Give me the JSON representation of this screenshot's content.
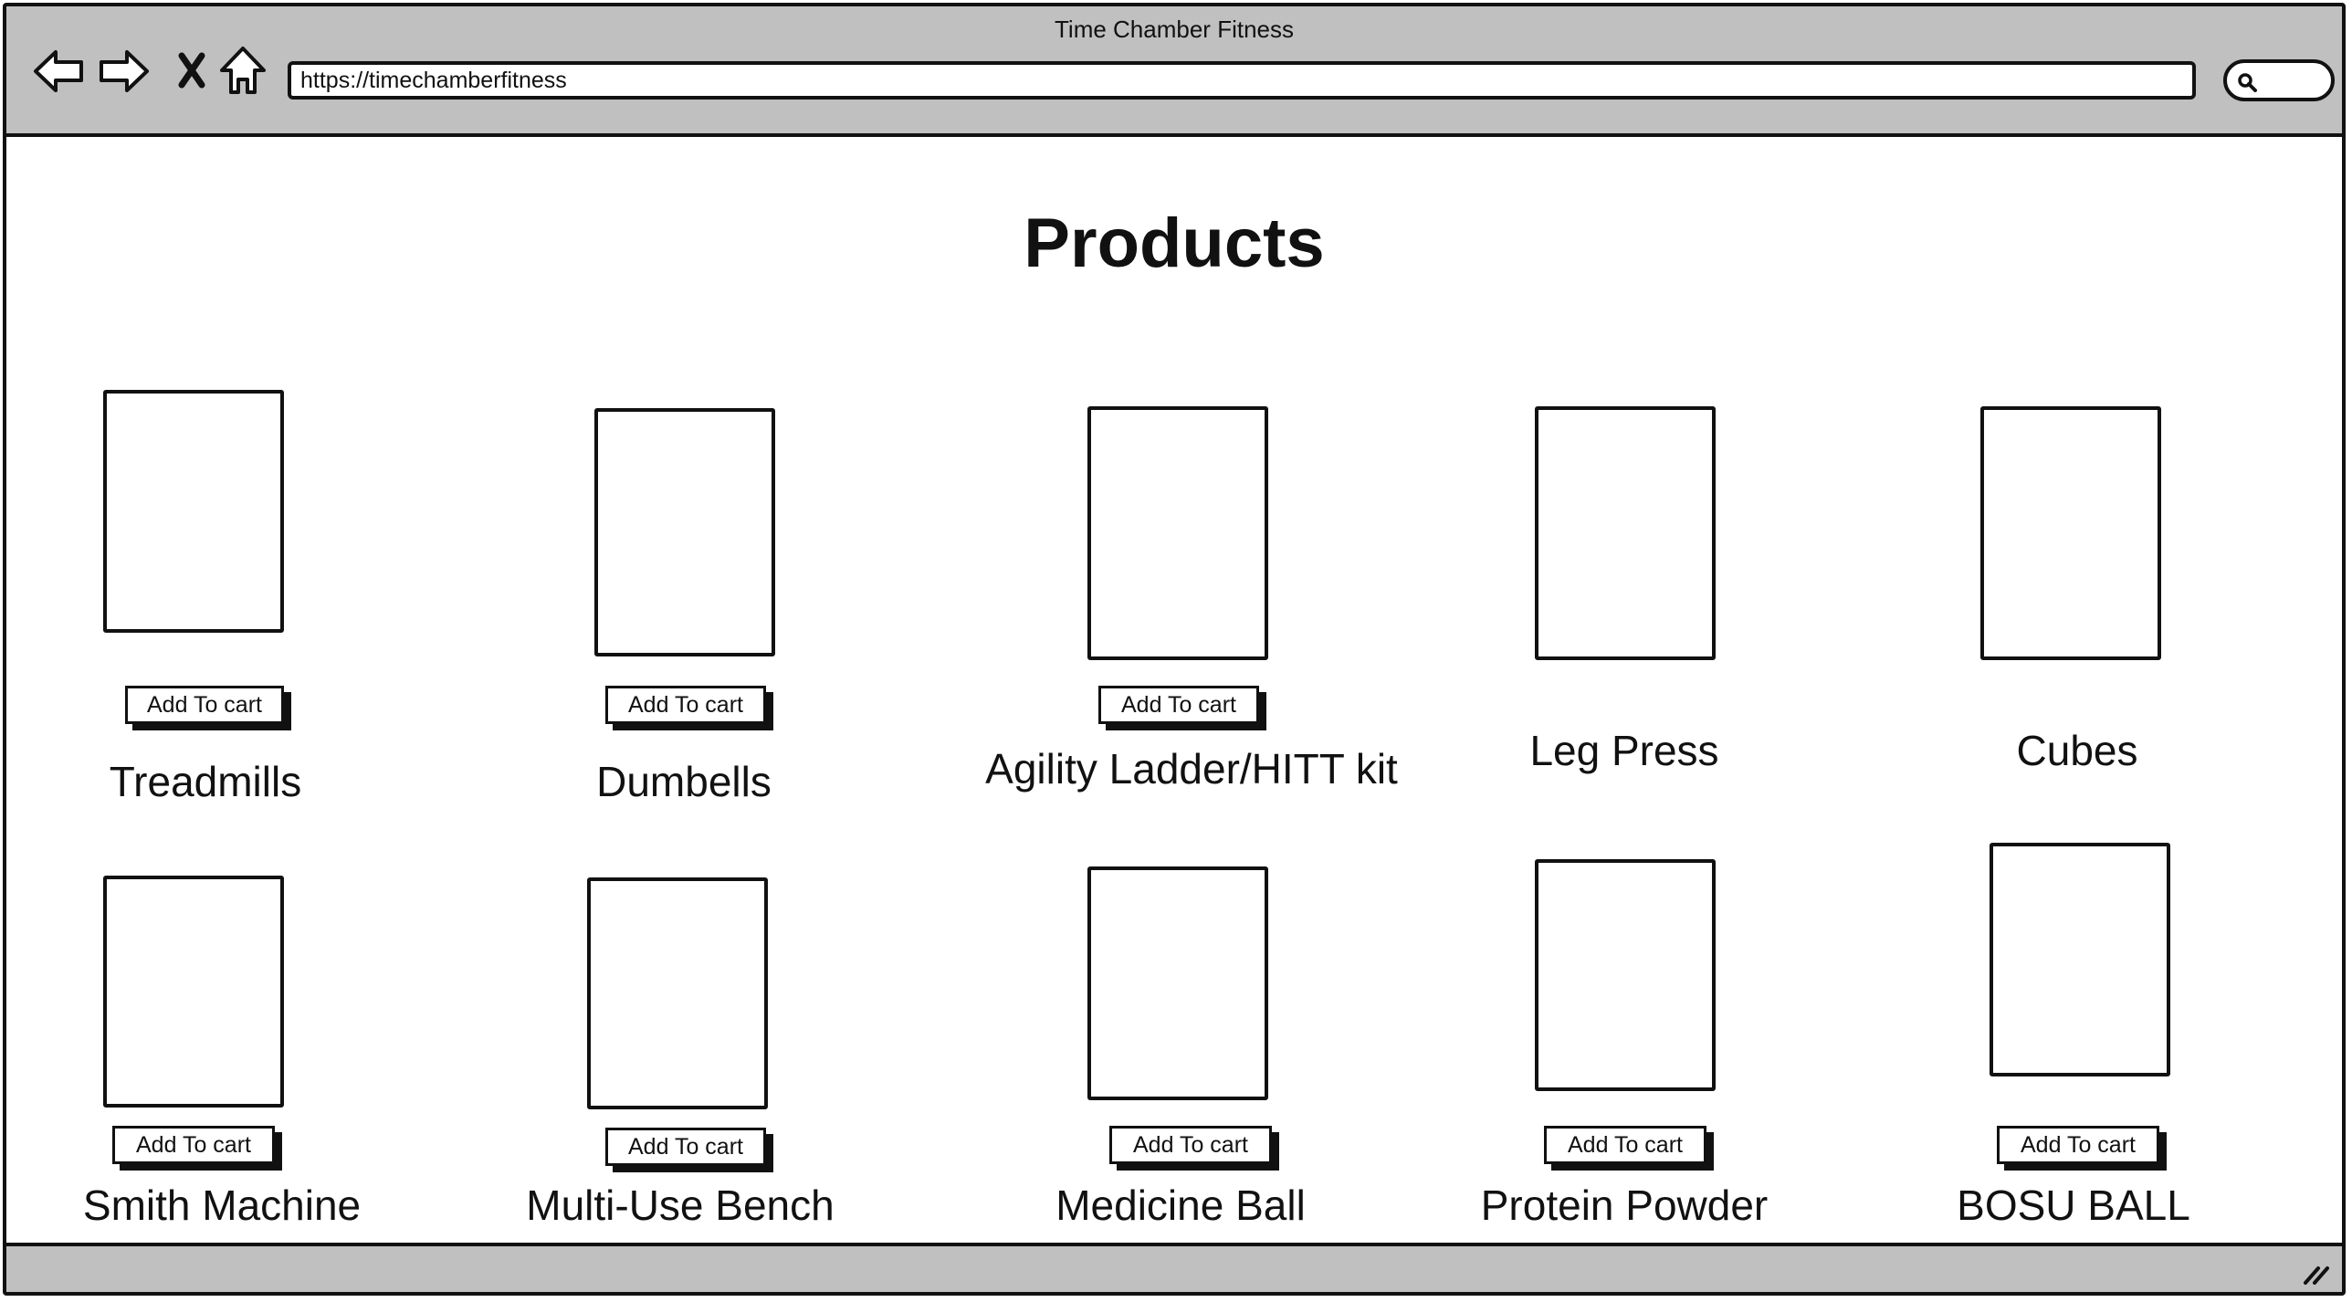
{
  "window": {
    "title": "Time Chamber Fitness"
  },
  "browser": {
    "url": "https://timechamberfitness",
    "nav_icons": [
      "back-arrow-icon",
      "forward-arrow-icon",
      "close-x-icon",
      "home-icon"
    ],
    "search_icon": "search-icon"
  },
  "page": {
    "title": "Products"
  },
  "products": [
    {
      "name": "Treadmills",
      "button": "Add To cart"
    },
    {
      "name": "Dumbells",
      "button": "Add To cart"
    },
    {
      "name": "Agility Ladder/HITT kit",
      "button": "Add To cart"
    },
    {
      "name": "Leg Press"
    },
    {
      "name": "Cubes"
    },
    {
      "name": "Smith Machine",
      "button": "Add To cart"
    },
    {
      "name": "Multi-Use Bench",
      "button": "Add To cart"
    },
    {
      "name": "Medicine Ball",
      "button": "Add To cart"
    },
    {
      "name": "Protein Powder",
      "button": "Add To cart"
    },
    {
      "name": "BOSU BALL",
      "button": "Add To cart"
    }
  ]
}
